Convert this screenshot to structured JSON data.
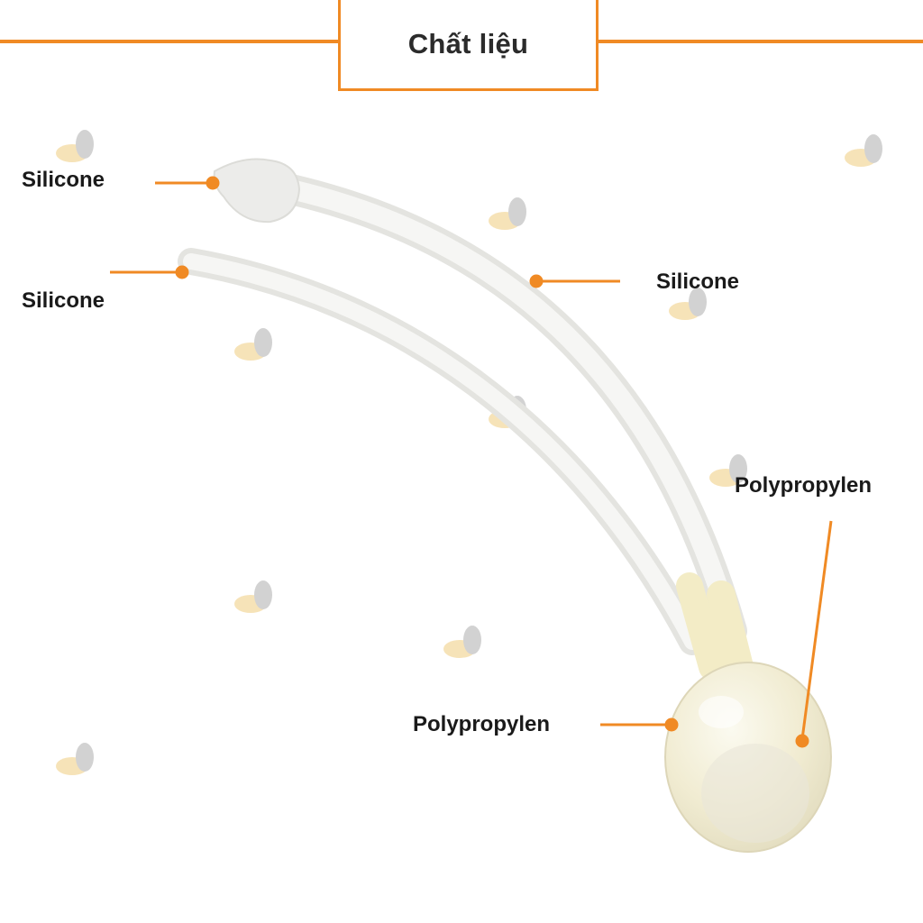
{
  "header": {
    "title": "Chất liệu"
  },
  "labels": {
    "tip_top": "Silicone",
    "tip_bottom": "Silicone",
    "tube_right": "Silicone",
    "bulb_top": "Polypropylen",
    "bulb_left": "Polypropylen"
  },
  "colors": {
    "accent": "#f08a24",
    "text": "#1a1a1a",
    "tube": "#eeeeec",
    "bulb": "#f5f1d8"
  }
}
